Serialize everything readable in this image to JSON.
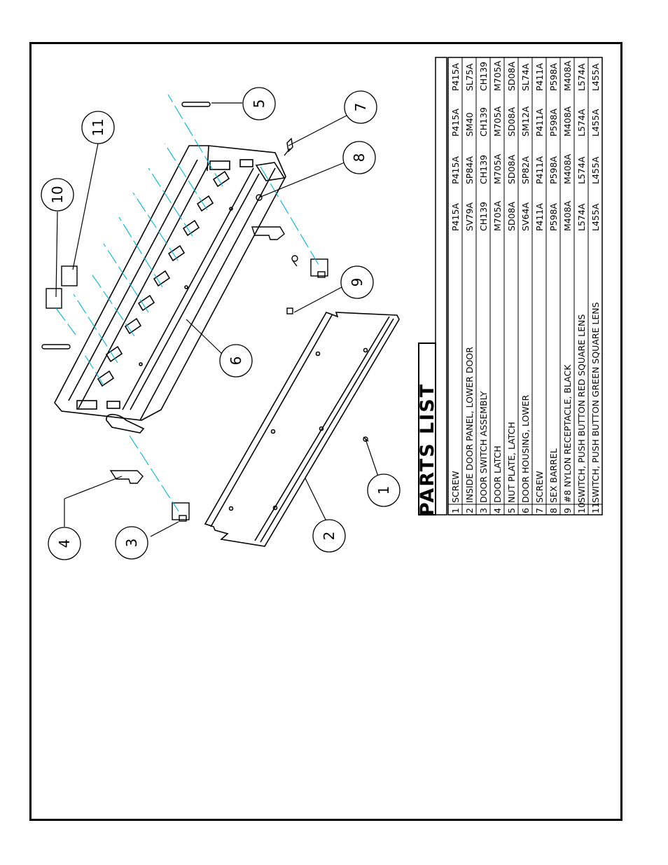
{
  "parts_list": {
    "title": "PARTS LIST",
    "rows": [
      {
        "num": "1",
        "desc": "SCREW",
        "c1": "P415A",
        "c2": "P415A",
        "c3": "P415A",
        "c4": "P415A"
      },
      {
        "num": "2",
        "desc": "INSIDE DOOR PANEL, LOWER DOOR",
        "c1": "SV79A",
        "c2": "SP84A",
        "c3": "SM40",
        "c4": "SL75A"
      },
      {
        "num": "3",
        "desc": "DOOR SWITCH ASSEMBLY",
        "c1": "CH139",
        "c2": "CH139",
        "c3": "CH139",
        "c4": "CH139"
      },
      {
        "num": "4",
        "desc": "DOOR LATCH",
        "c1": "M705A",
        "c2": "M705A",
        "c3": "M705A",
        "c4": "M705A"
      },
      {
        "num": "5",
        "desc": "NUT PLATE, LATCH",
        "c1": "SD08A",
        "c2": "SD08A",
        "c3": "SD08A",
        "c4": "SD08A"
      },
      {
        "num": "6",
        "desc": "DOOR HOUSING, LOWER",
        "c1": "SV64A",
        "c2": "SP82A",
        "c3": "SM12A",
        "c4": "SL74A"
      },
      {
        "num": "7",
        "desc": "SCREW",
        "c1": "P411A",
        "c2": "P411A",
        "c3": "P411A",
        "c4": "P411A"
      },
      {
        "num": "8",
        "desc": "SEX BARREL",
        "c1": "P598A",
        "c2": "P598A",
        "c3": "P598A",
        "c4": "P598A"
      },
      {
        "num": "9",
        "desc": "#8 NYLON RECEPTACLE, BLACK",
        "c1": "M408A",
        "c2": "M408A",
        "c3": "M408A",
        "c4": "M408A"
      },
      {
        "num": "10",
        "desc": "SWITCH, PUSH BUTTON RED SQUARE LENS",
        "c1": "L574A",
        "c2": "L574A",
        "c3": "L574A",
        "c4": "L574A"
      },
      {
        "num": "11",
        "desc": "SWITCH, PUSH BUTTON GREEN SQUARE LENS",
        "c1": "L455A",
        "c2": "L455A",
        "c3": "L455A",
        "c4": "L455A"
      }
    ]
  },
  "balloons": [
    "1",
    "2",
    "3",
    "4",
    "5",
    "6",
    "7",
    "8",
    "9",
    "10",
    "11"
  ],
  "colors": {
    "line": "#000000",
    "centerline": "#00b4d8",
    "background": "#ffffff"
  }
}
